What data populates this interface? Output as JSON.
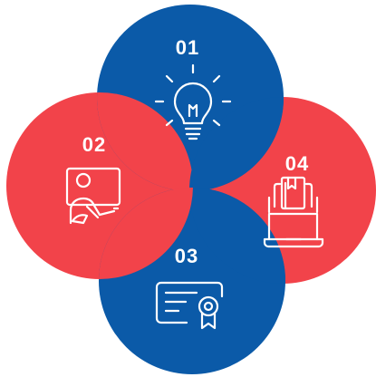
{
  "colors": {
    "blue": "#0b5aa8",
    "red": "#f2434a",
    "icon": "#ffffff"
  },
  "items": [
    {
      "number": "01",
      "icon": "lightbulb-icon",
      "color": "blue"
    },
    {
      "number": "02",
      "icon": "teacher-whiteboard-icon",
      "color": "red"
    },
    {
      "number": "03",
      "icon": "certificate-icon",
      "color": "blue"
    },
    {
      "number": "04",
      "icon": "laptop-book-icon",
      "color": "red"
    }
  ]
}
